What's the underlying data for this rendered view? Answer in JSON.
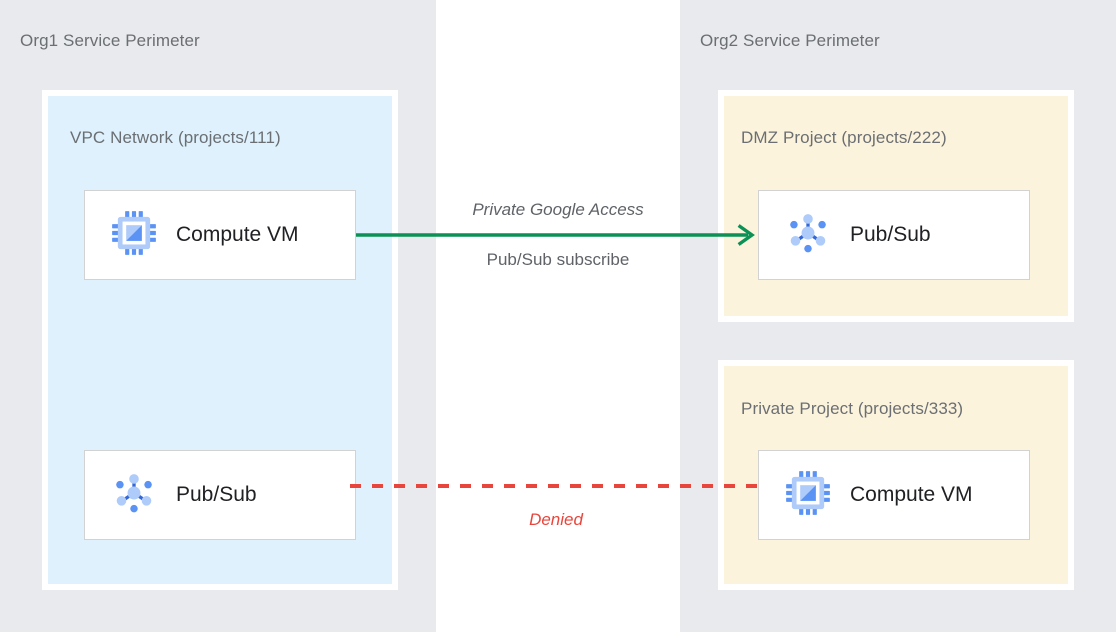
{
  "diagram": {
    "title_org1": "Org1 Service Perimeter",
    "title_org2": "Org2 Service Perimeter",
    "colors": {
      "perimeter_bg": "#E8EAED",
      "vpc_bg": "#DEF1FC",
      "project_bg": "#FCF3DC",
      "card_bg": "#FFFFFF",
      "card_border": "#D2D2D2",
      "allowed_arrow": "#0B9155",
      "denied_line": "#E8453C",
      "icon_blue_dark": "#4285F4",
      "icon_blue_light": "#AECBFA",
      "label_gray": "#5F6368",
      "title_gray": "#6B6F73",
      "resource_text": "#202124"
    }
  },
  "perimeters": [
    {
      "name": "Org1 Service Perimeter",
      "containers": [
        {
          "id": "vpc",
          "title": "VPC Network (projects/111)",
          "resources": [
            {
              "id": "vm-left",
              "label": "Compute VM",
              "icon": "compute-vm-icon"
            },
            {
              "id": "pubsub-left",
              "label": "Pub/Sub",
              "icon": "pubsub-icon"
            }
          ]
        }
      ]
    },
    {
      "name": "Org2 Service Perimeter",
      "containers": [
        {
          "id": "dmz",
          "title": "DMZ Project (projects/222)",
          "resources": [
            {
              "id": "pubsub-right",
              "label": "Pub/Sub",
              "icon": "pubsub-icon"
            }
          ]
        },
        {
          "id": "private",
          "title": "Private Project (projects/333)",
          "resources": [
            {
              "id": "vm-right",
              "label": "Compute VM",
              "icon": "compute-vm-icon"
            }
          ]
        }
      ]
    }
  ],
  "connectors": [
    {
      "id": "allowed",
      "from": "vm-left",
      "to": "pubsub-right",
      "style": "solid-arrow",
      "color": "#0B9155",
      "label_above": "Private Google Access",
      "label_below": "Pub/Sub subscribe"
    },
    {
      "id": "denied",
      "from": "pubsub-left",
      "to": "vm-right",
      "style": "dashed",
      "color": "#E8453C",
      "label_above": "",
      "label_below": "Denied"
    }
  ]
}
